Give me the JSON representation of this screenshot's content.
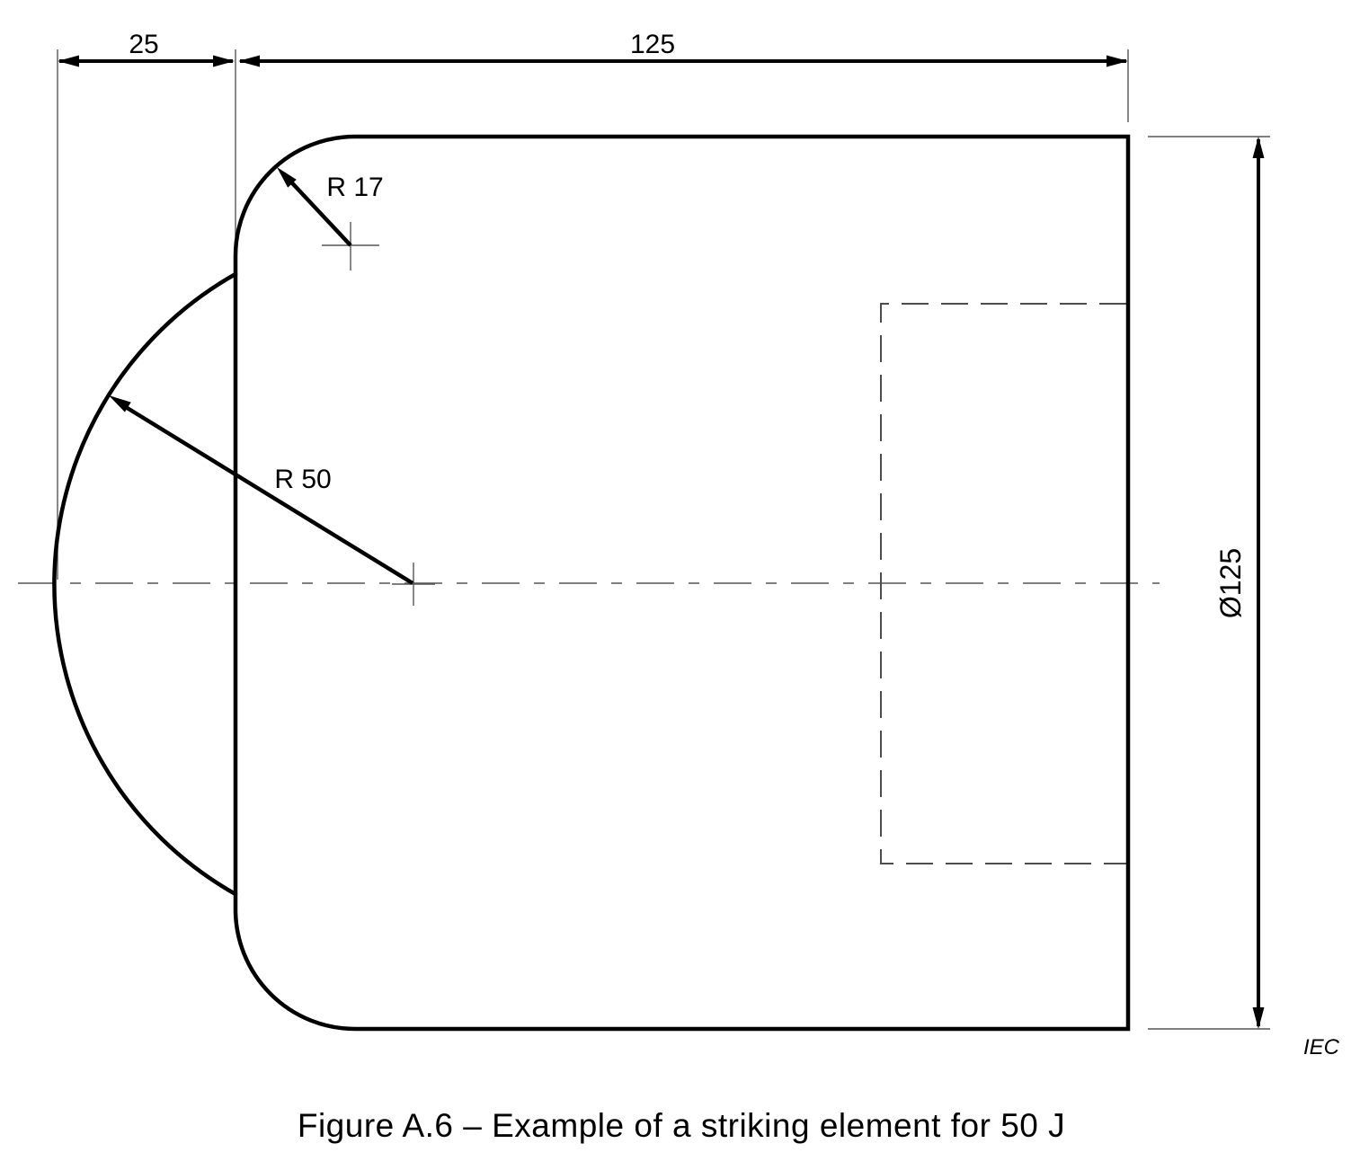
{
  "drawing": {
    "labels": {
      "cap_width_dim": "25",
      "body_length_dim": "125",
      "corner_radius": "R 17",
      "sphere_radius": "R 50",
      "diameter": "Ø125"
    },
    "source_label": "IEC",
    "caption": "Figure A.6 – Example of a striking element for 50 J",
    "colors": {
      "outline": "#000000",
      "thin": "#555555",
      "hidden": "#4d4d4d",
      "background": "#ffffff"
    }
  }
}
